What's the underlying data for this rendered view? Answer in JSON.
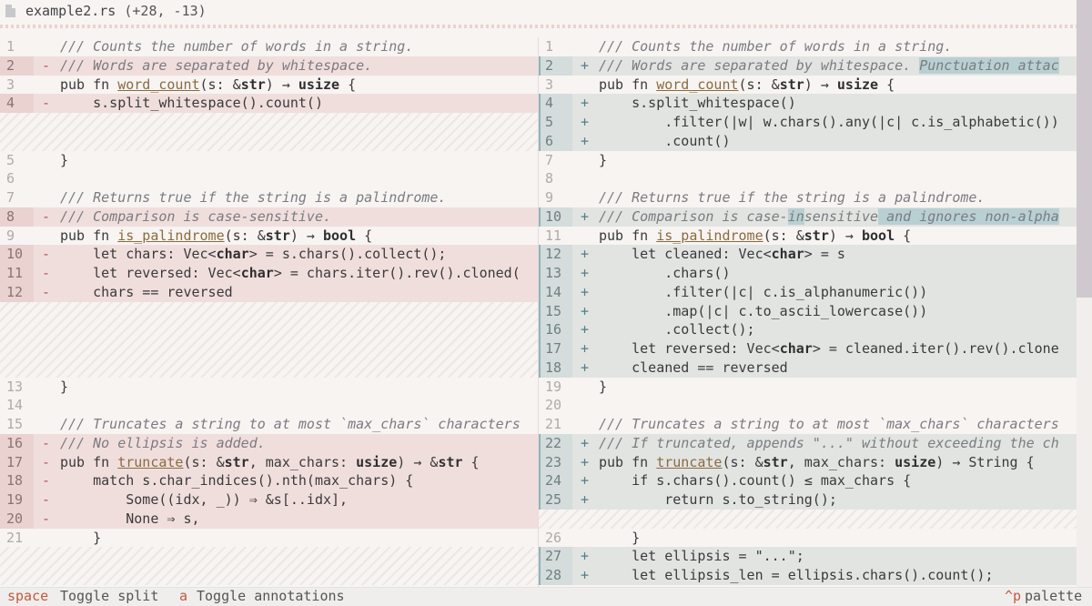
{
  "header": {
    "filename": "example2.rs",
    "stats": "(+28, -13)"
  },
  "footer": {
    "key_split": "space",
    "label_split": "Toggle split",
    "key_annot": "a",
    "label_annot": "Toggle annotations",
    "key_palette": "^p",
    "label_palette": "palette"
  },
  "left": [
    {
      "num": "1",
      "type": "ctx",
      "code": "<span class='cm'>/// Counts the number of words in a string.</span>"
    },
    {
      "num": "2",
      "type": "del",
      "code": "<span class='cm'>/// Words are separated by whitespace.</span>"
    },
    {
      "num": "3",
      "type": "ctx",
      "code": "pub fn <span class='fn'>word_count</span>(s: &amp;<span class='b'>str</span>) → <span class='b'>usize</span> {"
    },
    {
      "num": "4",
      "type": "del",
      "code": "    s.split_whitespace().count()"
    },
    {
      "pad": 2
    },
    {
      "num": "5",
      "type": "ctx",
      "code": "}"
    },
    {
      "num": "6",
      "type": "ctx",
      "code": ""
    },
    {
      "num": "7",
      "type": "ctx",
      "code": "<span class='cm'>/// Returns true if the string is a palindrome.</span>"
    },
    {
      "num": "8",
      "type": "del",
      "code": "<span class='cm'>/// Comparison is case-sensitive.</span>"
    },
    {
      "num": "9",
      "type": "ctx",
      "code": "pub fn <span class='fn'>is_palindrome</span>(s: &amp;<span class='b'>str</span>) → <span class='b'>bool</span> {"
    },
    {
      "num": "10",
      "type": "del",
      "code": "    let chars: Vec&lt;<span class='b'>char</span>&gt; = s.chars().collect();"
    },
    {
      "num": "11",
      "type": "del",
      "code": "    let reversed: Vec&lt;<span class='b'>char</span>&gt; = chars.iter().rev().cloned("
    },
    {
      "num": "12",
      "type": "del",
      "code": "    chars == reversed"
    },
    {
      "pad": 4
    },
    {
      "num": "13",
      "type": "ctx",
      "code": "}"
    },
    {
      "num": "14",
      "type": "ctx",
      "code": ""
    },
    {
      "num": "15",
      "type": "ctx",
      "code": "<span class='cm'>/// Truncates a string to at most `max_chars` characters</span>"
    },
    {
      "num": "16",
      "type": "del",
      "code": "<span class='cm'>/// No ellipsis is added.</span>"
    },
    {
      "num": "17",
      "type": "del",
      "code": "pub fn <span class='fn'>truncate</span>(s: &amp;<span class='b'>str</span>, max_chars: <span class='b'>usize</span>) → &amp;<span class='b'>str</span> {"
    },
    {
      "num": "18",
      "type": "del",
      "code": "    match s.char_indices().nth(max_chars) {"
    },
    {
      "num": "19",
      "type": "del",
      "code": "        Some((idx, _)) ⇒ &amp;s[..idx],"
    },
    {
      "num": "20",
      "type": "del",
      "code": "        None ⇒ s,"
    },
    {
      "num": "21",
      "type": "ctx",
      "code": "    }"
    },
    {
      "pad": 2
    }
  ],
  "right": [
    {
      "num": "1",
      "type": "ctx",
      "code": "<span class='cm'>/// Counts the number of words in a string.</span>"
    },
    {
      "num": "2",
      "type": "add",
      "code": "<span class='cm'>/// Words are separated by whitespace. <span class='hl-add'>Punctuation attac</span></span>"
    },
    {
      "num": "3",
      "type": "ctx",
      "code": "pub fn <span class='fn'>word_count</span>(s: &amp;<span class='b'>str</span>) → <span class='b'>usize</span> {"
    },
    {
      "num": "4",
      "type": "add",
      "code": "    s.split_whitespace()"
    },
    {
      "num": "5",
      "type": "add",
      "code": "        .filter(|w| w.chars().any(|c| c.is_alphabetic())"
    },
    {
      "num": "6",
      "type": "add",
      "code": "        .count()"
    },
    {
      "num": "7",
      "type": "ctx",
      "code": "}"
    },
    {
      "num": "8",
      "type": "ctx",
      "code": ""
    },
    {
      "num": "9",
      "type": "ctx",
      "code": "<span class='cm'>/// Returns true if the string is a palindrome.</span>"
    },
    {
      "num": "10",
      "type": "add",
      "code": "<span class='cm'>/// Comparison is case-<span class='hl-add'>in</span>sensitive<span class='hl-add'> and ignores non-alpha</span></span>"
    },
    {
      "num": "11",
      "type": "ctx",
      "code": "pub fn <span class='fn'>is_palindrome</span>(s: &amp;<span class='b'>str</span>) → <span class='b'>bool</span> {"
    },
    {
      "num": "12",
      "type": "add",
      "code": "    let cleaned: Vec&lt;<span class='b'>char</span>&gt; = s"
    },
    {
      "num": "13",
      "type": "add",
      "code": "        .chars()"
    },
    {
      "num": "14",
      "type": "add",
      "code": "        .filter(|c| c.is_alphanumeric())"
    },
    {
      "num": "15",
      "type": "add",
      "code": "        .map(|c| c.to_ascii_lowercase())"
    },
    {
      "num": "16",
      "type": "add",
      "code": "        .collect();"
    },
    {
      "num": "17",
      "type": "add",
      "code": "    let reversed: Vec&lt;<span class='b'>char</span>&gt; = cleaned.iter().rev().clone"
    },
    {
      "num": "18",
      "type": "add",
      "code": "    cleaned == reversed"
    },
    {
      "num": "19",
      "type": "ctx",
      "code": "}"
    },
    {
      "num": "20",
      "type": "ctx",
      "code": ""
    },
    {
      "num": "21",
      "type": "ctx",
      "code": "<span class='cm'>/// Truncates a string to at most `max_chars` characters</span>"
    },
    {
      "num": "22",
      "type": "add",
      "code": "<span class='cm'>/// If truncated, appends \"...\" without exceeding the ch</span>"
    },
    {
      "num": "23",
      "type": "add",
      "code": "pub fn <span class='fn'>truncate</span>(s: &amp;<span class='b'>str</span>, max_chars: <span class='b'>usize</span>) → String {"
    },
    {
      "num": "24",
      "type": "add",
      "code": "    if s.chars().count() ≤ max_chars {"
    },
    {
      "num": "25",
      "type": "add",
      "code": "        return s.to_string();"
    },
    {
      "pad": 1
    },
    {
      "num": "26",
      "type": "ctx",
      "code": "    }"
    },
    {
      "num": "27",
      "type": "add",
      "code": "    let ellipsis = \"...\";"
    },
    {
      "num": "28",
      "type": "add",
      "code": "    let ellipsis_len = ellipsis.chars().count();"
    }
  ]
}
